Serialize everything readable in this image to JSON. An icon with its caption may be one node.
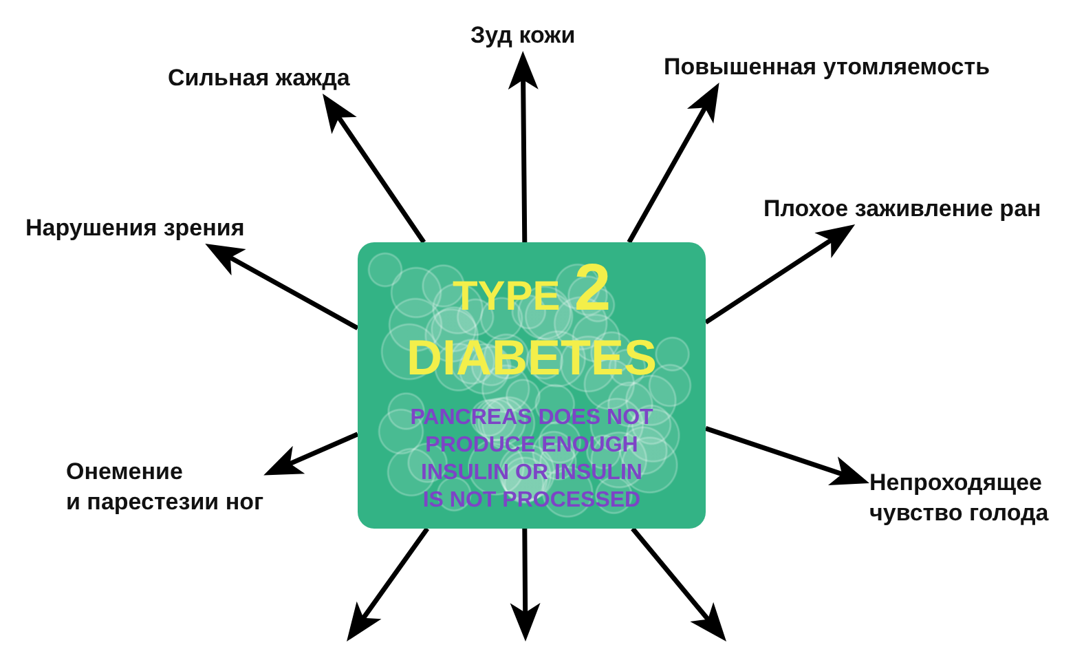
{
  "diagram": {
    "nodes": [
      {
        "text": [
          "TYPE 2 DIABETES",
          "PANCREAS DOES NOT PRODUCE ENOUGH INSULIN OR INSULIN IS NOT PROCESSED"
        ]
      },
      {
        "text": [
          "Зуд кожи"
        ]
      },
      {
        "text": [
          "Сильная жажда"
        ]
      },
      {
        "text": [
          "Повышенная утомляемость"
        ]
      },
      {
        "text": [
          "Нарушения зрения"
        ]
      },
      {
        "text": [
          "Плохое заживление ран"
        ]
      },
      {
        "text": [
          "Онемение и парестезии ног"
        ]
      },
      {
        "text": [
          "Непроходящее чувство голода"
        ]
      }
    ],
    "edges": [
      {
        "from": 0,
        "to": 1,
        "arrow": "to"
      },
      {
        "from": 0,
        "to": 2,
        "arrow": "to"
      },
      {
        "from": 0,
        "to": 3,
        "arrow": "to"
      },
      {
        "from": 0,
        "to": 4,
        "arrow": "to"
      },
      {
        "from": 0,
        "to": 5,
        "arrow": "to"
      },
      {
        "from": 0,
        "to": 6,
        "arrow": "to"
      },
      {
        "from": 0,
        "to": 7,
        "arrow": "to"
      },
      {
        "from": 0,
        "to": null,
        "arrow": "to"
      },
      {
        "from": 0,
        "to": null,
        "arrow": "to"
      },
      {
        "from": 0,
        "to": null,
        "arrow": "to"
      }
    ]
  }
}
